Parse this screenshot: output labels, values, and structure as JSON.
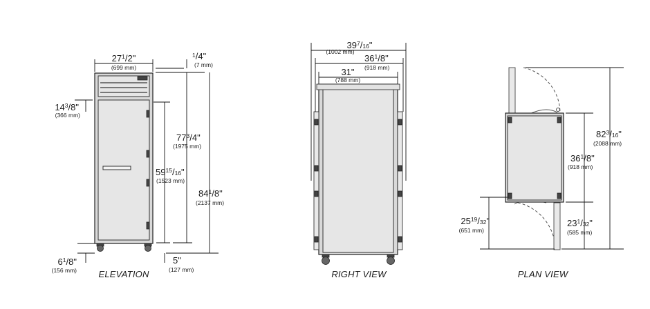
{
  "views": {
    "elevation": {
      "title": "ELEVATION",
      "width": {
        "whole": "27",
        "num": "1",
        "den": "2",
        "mm": "(699 mm)"
      },
      "top_gap": {
        "whole": "",
        "num": "1",
        "den": "4",
        "mm": "(7 mm)"
      },
      "panel": {
        "whole": "14",
        "num": "3",
        "den": "8",
        "mm": "(366 mm)"
      },
      "height": {
        "whole": "77",
        "num": "3",
        "den": "4",
        "mm": "(1975 mm)"
      },
      "door": {
        "whole": "59",
        "num": "15",
        "den": "16",
        "mm": "(1523 mm)"
      },
      "overall": {
        "whole": "84",
        "num": "1",
        "den": "8",
        "mm": "(2137 mm)"
      },
      "legs": {
        "whole": "6",
        "num": "1",
        "den": "8",
        "mm": "(156 mm)"
      },
      "bottom": {
        "text": "5\"",
        "mm": "(127 mm)"
      }
    },
    "right": {
      "title": "RIGHT VIEW",
      "overall_depth": {
        "whole": "39",
        "num": "7",
        "den": "16",
        "mm": "(1002 mm)"
      },
      "mid_depth": {
        "whole": "36",
        "num": "1",
        "den": "8",
        "mm": "(918 mm)"
      },
      "body_depth": {
        "text": "31\"",
        "mm": "(788 mm)"
      }
    },
    "plan": {
      "title": "PLAN VIEW",
      "total": {
        "whole": "82",
        "num": "3",
        "den": "16",
        "mm": "(2088 mm)"
      },
      "depth": {
        "whole": "36",
        "num": "1",
        "den": "8",
        "mm": "(918 mm)"
      },
      "swing": {
        "whole": "25",
        "num": "19",
        "den": "32",
        "mm": "(651 mm)"
      },
      "door": {
        "whole": "23",
        "num": "1",
        "den": "32",
        "mm": "(585 mm)"
      }
    }
  }
}
